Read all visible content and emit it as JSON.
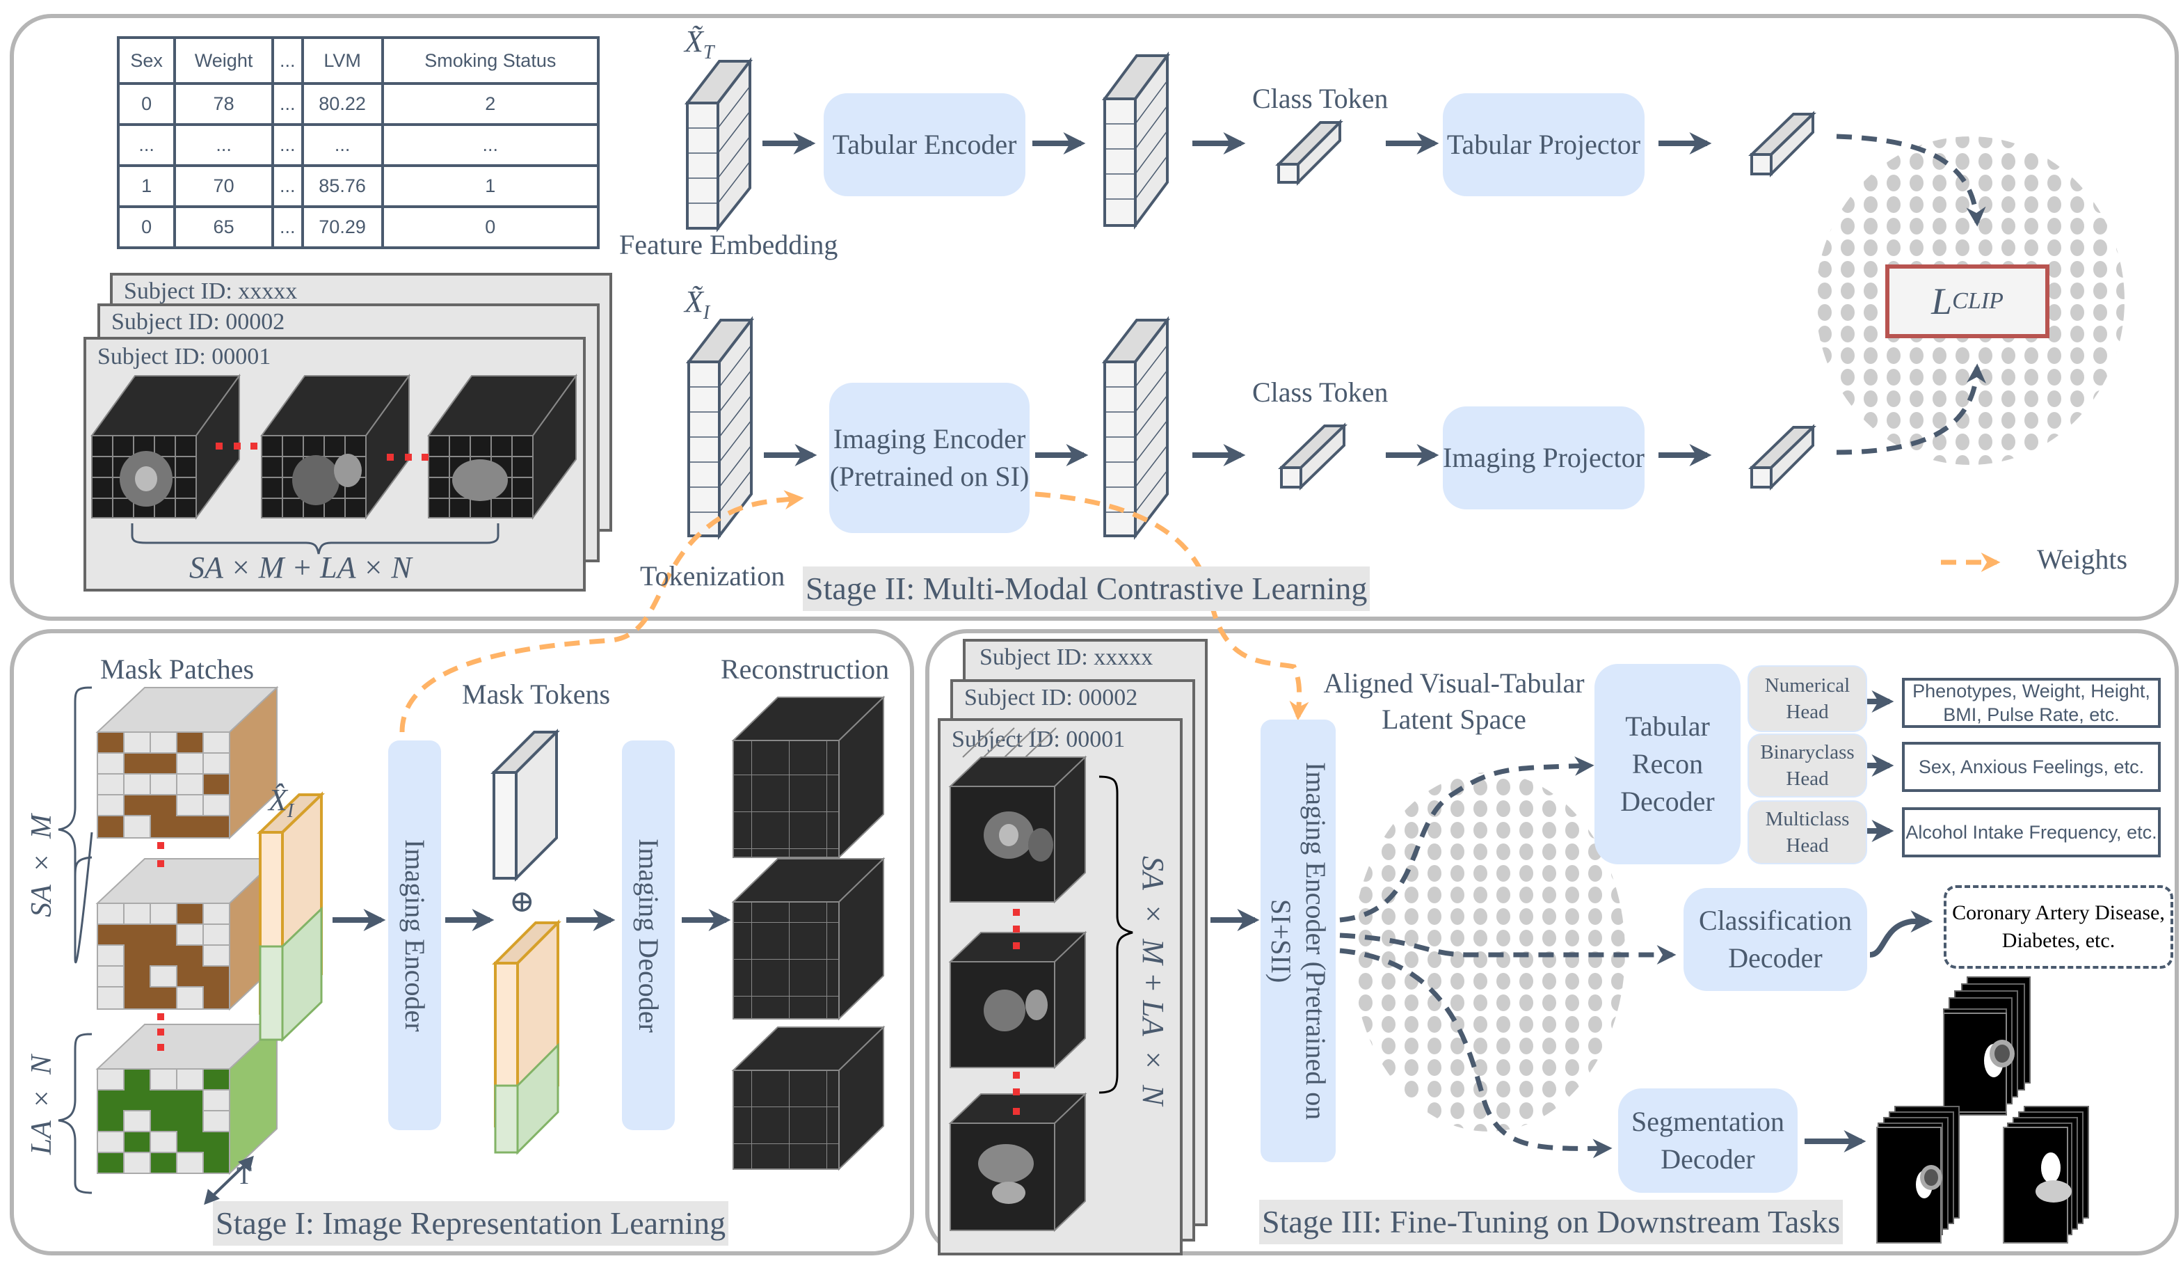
{
  "colors": {
    "text": "#4a5a6e",
    "arrow": "#4a5a6e",
    "module_fill": "#dae8fc",
    "head_fill": "#e6e6e6",
    "weights_arrow": "#ffb366",
    "loss_border": "#b85450",
    "panel_border": "#b5b5b5",
    "dot_pattern": "#cccccc",
    "masked_sa": "#b38b5d",
    "masked_la": "#7fb05a",
    "token_orange": "#fad9b5",
    "token_green": "#d5e8d4"
  },
  "stage2": {
    "title": "Stage II: Multi-Modal Contrastive Learning",
    "table": {
      "headers": [
        "Sex",
        "Weight",
        "...",
        "LVM",
        "Smoking Status"
      ],
      "rows": [
        [
          "0",
          "78",
          "...",
          "80.22",
          "2"
        ],
        [
          "...",
          "...",
          "...",
          "...",
          "..."
        ],
        [
          "1",
          "70",
          "...",
          "85.76",
          "1"
        ],
        [
          "0",
          "65",
          "...",
          "70.29",
          "0"
        ]
      ]
    },
    "subjects": [
      "Subject ID: xxxxx",
      "Subject ID: 00002",
      "Subject ID: 00001"
    ],
    "stack_formula": "SA × M + LA × N",
    "x_tabular_label": "X̃",
    "x_tabular_sub": "T",
    "x_imaging_label": "X̃",
    "x_imaging_sub": "I",
    "feature_embedding": "Feature Embedding",
    "tokenization": "Tokenization",
    "tabular_encoder": "Tabular Encoder",
    "imaging_encoder": "Imaging Encoder (Pretrained on SI)",
    "class_token_top": "Class Token",
    "class_token_bottom": "Class Token",
    "tabular_projector": "Tabular Projector",
    "imaging_projector": "Imaging Projector",
    "loss_main": "L",
    "loss_sub": "CLIP",
    "legend_label": "Weights"
  },
  "stage1": {
    "title": "Stage I: Image Representation Learning",
    "mask_patches": "Mask Patches",
    "sa_label": "SA × M",
    "la_label": "LA × N",
    "t_label": "T",
    "x_hat_label": "X̂",
    "x_hat_sub": "I",
    "imaging_encoder": "Imaging Encoder",
    "mask_tokens": "Mask Tokens",
    "plus_symbol": "⊕",
    "imaging_decoder": "Imaging Decoder",
    "reconstruction": "Reconstruction"
  },
  "stage3": {
    "title": "Stage III: Fine-Tuning on Downstream Tasks",
    "subjects": [
      "Subject ID: xxxxx",
      "Subject ID: 00002",
      "Subject ID: 00001"
    ],
    "stack_formula": "SA × M + LA × N",
    "imaging_encoder": "Imaging Encoder (Pretrained on SI+SII)",
    "latent_space": "Aligned Visual-Tabular Latent Space",
    "tabular_recon_decoder": "Tabular Recon Decoder",
    "heads": [
      {
        "label": "Numerical Head",
        "output": "Phenotypes, Weight, Height, BMI, Pulse Rate, etc."
      },
      {
        "label": "Binaryclass Head",
        "output": "Sex, Anxious Feelings, etc."
      },
      {
        "label": "Multiclass Head",
        "output": "Alcohol Intake Frequency, etc."
      }
    ],
    "classification_decoder": "Classification Decoder",
    "classification_output": "Coronary Artery Disease, Diabetes, etc.",
    "segmentation_decoder": "Segmentation Decoder"
  }
}
